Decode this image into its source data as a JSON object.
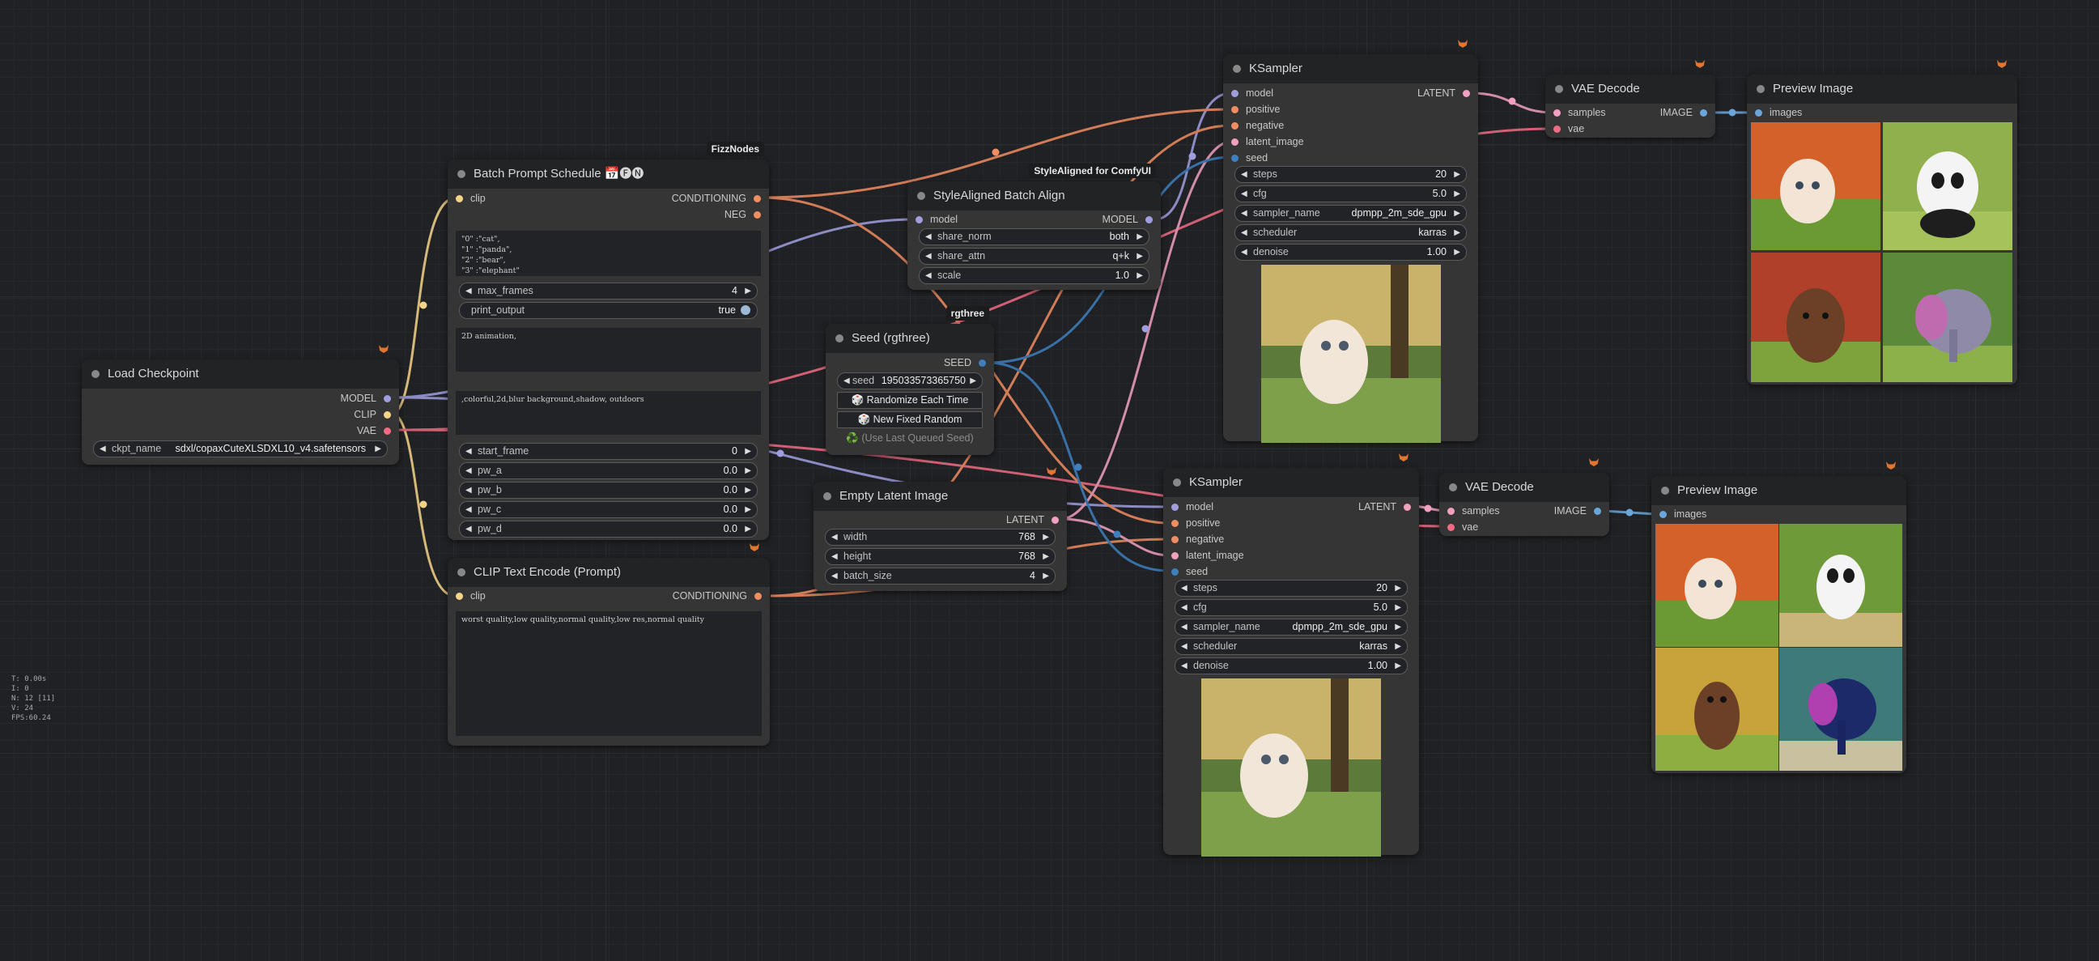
{
  "colors": {
    "clip": "#f5d488",
    "model": "#a19ee0",
    "vae": "#f26b83",
    "conditioning": "#f08d61",
    "latent": "#f2a0c0",
    "image": "#6aa6db",
    "int": "#3d7fbf"
  },
  "nodes": {
    "load_checkpoint": {
      "title": "Load Checkpoint",
      "outputs": [
        "MODEL",
        "CLIP",
        "VAE"
      ],
      "ckpt_label": "ckpt_name",
      "ckpt_value": "sdxl/copaxCuteXLSDXL10_v4.safetensors"
    },
    "batch_prompt": {
      "badge": "FizzNodes",
      "title": "Batch Prompt Schedule 📅🅕🅝",
      "input_clip": "clip",
      "out_conditioning": "CONDITIONING",
      "out_neg": "NEG",
      "text": "\"0\" :\"cat\",\n\"1\" :\"panda\",\n\"2\" :\"bear\",\n\"3\" :\"elephant\"",
      "max_frames_label": "max_frames",
      "max_frames_value": "4",
      "print_output_label": "print_output",
      "print_output_value": "true",
      "pre_text": "2D animation,",
      "app_text": ",colorful,2d,blur background,shadow, outdoors",
      "start_frame_label": "start_frame",
      "start_frame_value": "0",
      "pw_a_label": "pw_a",
      "pw_a_value": "0.0",
      "pw_b_label": "pw_b",
      "pw_b_value": "0.0",
      "pw_c_label": "pw_c",
      "pw_c_value": "0.0",
      "pw_d_label": "pw_d",
      "pw_d_value": "0.0"
    },
    "clip_text": {
      "title": "CLIP Text Encode (Prompt)",
      "input_clip": "clip",
      "out_conditioning": "CONDITIONING",
      "text": "worst quality,low quality,normal quality,low res,normal quality"
    },
    "style_aligned": {
      "badge": "StyleAligned for ComfyUI",
      "title": "StyleAligned Batch Align",
      "input_model": "model",
      "out_model": "MODEL",
      "share_norm_label": "share_norm",
      "share_norm_value": "both",
      "share_attn_label": "share_attn",
      "share_attn_value": "q+k",
      "scale_label": "scale",
      "scale_value": "1.0"
    },
    "seed": {
      "badge": "rgthree",
      "title": "Seed (rgthree)",
      "out_seed": "SEED",
      "seed_label": "seed",
      "seed_value": "195033573365750",
      "randomize_label": "🎲 Randomize Each Time",
      "new_fixed_label": "🎲 New Fixed Random",
      "use_last_label": "♻️ (Use Last Queued Seed)"
    },
    "empty_latent": {
      "title": "Empty Latent Image",
      "out_latent": "LATENT",
      "width_label": "width",
      "width_value": "768",
      "height_label": "height",
      "height_value": "768",
      "batch_label": "batch_size",
      "batch_value": "4"
    },
    "ksampler_1": {
      "title": "KSampler",
      "inputs": [
        "model",
        "positive",
        "negative",
        "latent_image",
        "seed"
      ],
      "out_latent": "LATENT",
      "steps_label": "steps",
      "steps_value": "20",
      "cfg_label": "cfg",
      "cfg_value": "5.0",
      "sampler_label": "sampler_name",
      "sampler_value": "dpmpp_2m_sde_gpu",
      "scheduler_label": "scheduler",
      "scheduler_value": "karras",
      "denoise_label": "denoise",
      "denoise_value": "1.00"
    },
    "ksampler_2": {
      "title": "KSampler",
      "inputs": [
        "model",
        "positive",
        "negative",
        "latent_image",
        "seed"
      ],
      "out_latent": "LATENT",
      "steps_label": "steps",
      "steps_value": "20",
      "cfg_label": "cfg",
      "cfg_value": "5.0",
      "sampler_label": "sampler_name",
      "sampler_value": "dpmpp_2m_sde_gpu",
      "scheduler_label": "scheduler",
      "scheduler_value": "karras",
      "denoise_label": "denoise",
      "denoise_value": "1.00"
    },
    "vae_decode_1": {
      "title": "VAE Decode",
      "inputs": [
        "samples",
        "vae"
      ],
      "out_image": "IMAGE"
    },
    "vae_decode_2": {
      "title": "VAE Decode",
      "inputs": [
        "samples",
        "vae"
      ],
      "out_image": "IMAGE"
    },
    "preview_1": {
      "title": "Preview Image",
      "input_images": "images"
    },
    "preview_2": {
      "title": "Preview Image",
      "input_images": "images"
    }
  },
  "stats": {
    "t": "T: 0.00s",
    "i": "I: 0",
    "n": "N: 12 [11]",
    "v": "V: 24",
    "fps": "FPS:60.24"
  }
}
